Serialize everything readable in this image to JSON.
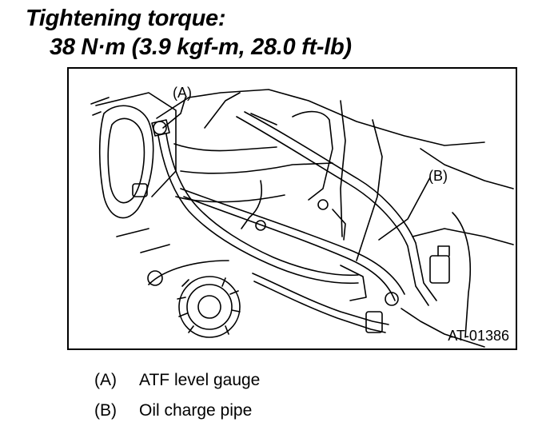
{
  "header": {
    "title": "Tightening torque:",
    "value": "38 N·m (3.9 kgf-m, 28.0 ft-lb)"
  },
  "figure": {
    "callouts": [
      {
        "key": "(A)"
      },
      {
        "key": "(B)"
      }
    ],
    "code": "AT-01386"
  },
  "legend": [
    {
      "key": "(A)",
      "label": "ATF level gauge"
    },
    {
      "key": "(B)",
      "label": "Oil charge pipe"
    }
  ]
}
